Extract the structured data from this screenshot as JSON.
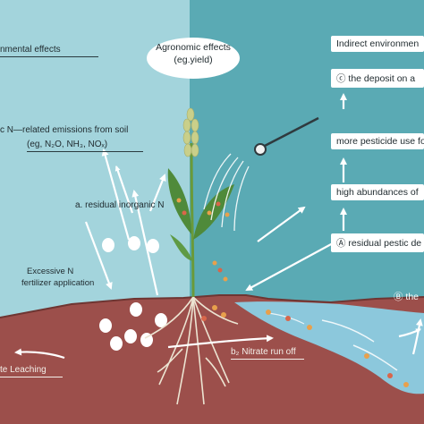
{
  "labels": {
    "left_env_effects": "nmental effects",
    "left_emissions_line1": "c  N—related emissions from soil",
    "left_emissions_line2": "(eg, N₂O, NH₃, NOₓ)",
    "residual_inorganic_n": "a. residual inorganic N",
    "excessive_n_line1": "Excessive N",
    "excessive_n_line2": "fertilizer application",
    "leaching": "te Leaching",
    "nitrate_runoff": "b₂ Nitrate run off",
    "agronomic_line1": "Agronomic effects",
    "agronomic_line2": "(eg.yield)"
  },
  "right_boxes": {
    "indirect_env": "Indirect environmen",
    "deposit": "ⓒ the deposit on a",
    "more_pesticide": "more pesticide use fo",
    "high_abundance": "high abundances of",
    "residual_pesticide": "Ⓐ residual pestic de",
    "b_item": "Ⓑ the"
  },
  "colors": {
    "sky_left": "#a3d4dc",
    "sky_right": "#5aaab4",
    "soil": "#9c4f4b",
    "soil_edge": "#6e3532",
    "water": "#8cc8dc",
    "plant_stem": "#6a9a3a",
    "leaf": "#4f8a3a",
    "wheat_head": "#c9cf8a",
    "granule": "#ffffff",
    "pellet_orange": "#e8a04c",
    "pellet_red": "#d9664a",
    "arrow": "#ffffff"
  }
}
